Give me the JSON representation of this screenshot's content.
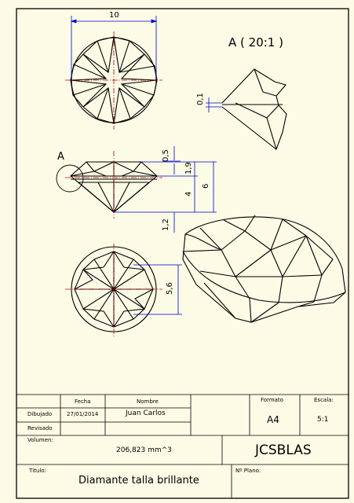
{
  "drawing": {
    "top_view_dim": "10",
    "detail_label": "A ( 20:1 )",
    "detail_dim": "0,1",
    "callout_letter": "A",
    "side_dims": {
      "crown_top": "0,5",
      "crown": "1,9",
      "total": "6",
      "pavilion": "4",
      "culet": "1,2"
    },
    "bottom_view_dim": "5,6"
  },
  "title_block": {
    "hdr_fecha": "Fecha",
    "hdr_nombre": "Nombre",
    "lbl_dibujado": "Dibujado",
    "val_fecha": "27/01/2014",
    "val_nombre": "Juan Carlos",
    "lbl_revisado": "Revisado",
    "lbl_formato": "Formato",
    "val_formato": "A4",
    "lbl_escala": "Escala:",
    "val_escala": "5:1",
    "lbl_volumen": "Volumen:",
    "val_volumen": "206,823 mm^3",
    "company": "JCSBLAS",
    "lbl_titulo": "Título:",
    "val_titulo": "Diamante talla brillante",
    "lbl_plano": "Nº Plano:"
  }
}
